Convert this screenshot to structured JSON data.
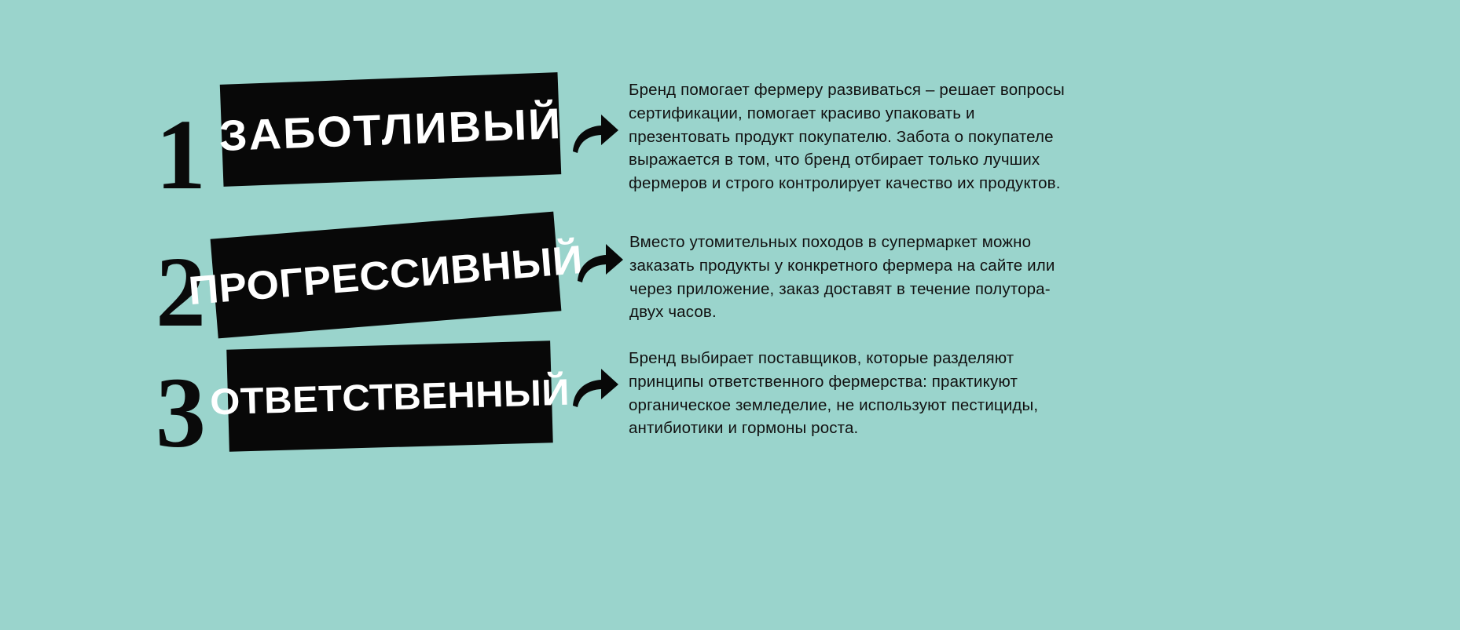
{
  "theme": {
    "background_color": "#9ad4cc",
    "banner_color": "#080808",
    "banner_text_color": "#ffffff",
    "body_text_color": "#111111",
    "numeral_color": "#0a0a0a"
  },
  "items": [
    {
      "number": "1",
      "banner_label": "ЗАБОТЛИВЫЙ",
      "arrow_icon": "curved-arrow-right-icon",
      "body": "Бренд помогает фермеру развиваться – решает вопросы сертификации, помогает красиво упаковать и презентовать продукт покупателю. Забота о покупателе выражается в том, что бренд отбирает только лучших фермеров и строго контролирует качество их продуктов."
    },
    {
      "number": "2",
      "banner_label": "ПРОГРЕССИВНЫЙ",
      "arrow_icon": "curved-arrow-right-icon",
      "body": "Вместо утомительных походов в супермаркет можно заказать продукты у конкретного фермера на сайте или через приложение, заказ доставят в течение полутора-двух часов."
    },
    {
      "number": "3",
      "banner_label": "ОТВЕТСТВЕННЫЙ",
      "arrow_icon": "curved-arrow-right-icon",
      "body": "Бренд выбирает поставщиков, которые разделяют принципы ответственного фермерства: практикуют органическое земледелие, не используют пестициды, антибиотики и гормоны роста."
    }
  ]
}
